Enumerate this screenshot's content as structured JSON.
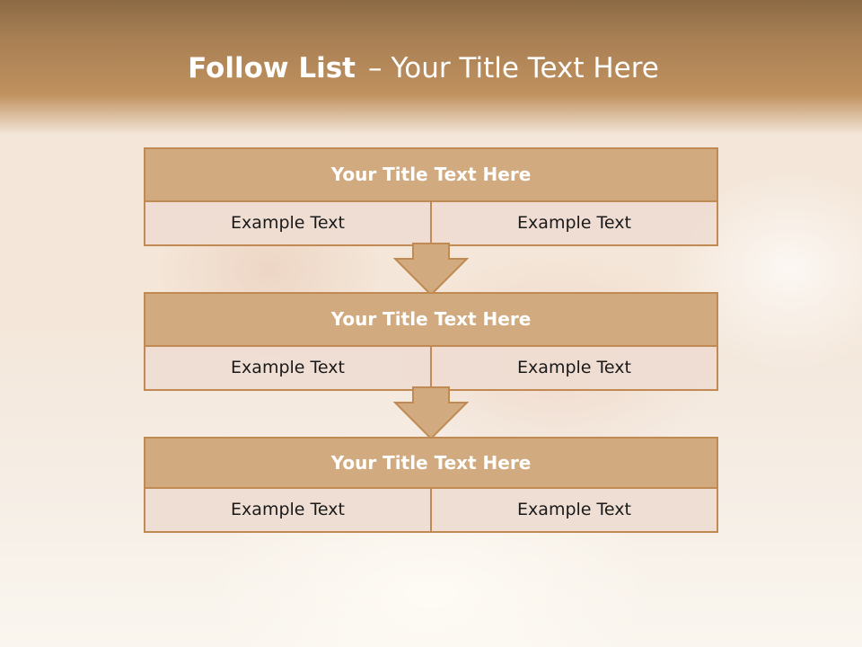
{
  "slide": {
    "title_bold": "Follow List",
    "title_dash": "–",
    "title_rest": "Your Title Text Here"
  },
  "steps": [
    {
      "title": "Your Title Text Here",
      "left": "Example Text",
      "right": "Example Text"
    },
    {
      "title": "Your Title Text Here",
      "left": "Example Text",
      "right": "Example Text"
    },
    {
      "title": "Your Title Text Here",
      "left": "Example Text",
      "right": "Example Text"
    }
  ],
  "colors": {
    "header_brown": "#a98054",
    "box_title_fill": "#d2aa80",
    "box_border": "#c08a52",
    "cell_fill": "#eeddd2"
  },
  "icons": [
    "arrow-down-icon",
    "arrow-down-icon"
  ]
}
